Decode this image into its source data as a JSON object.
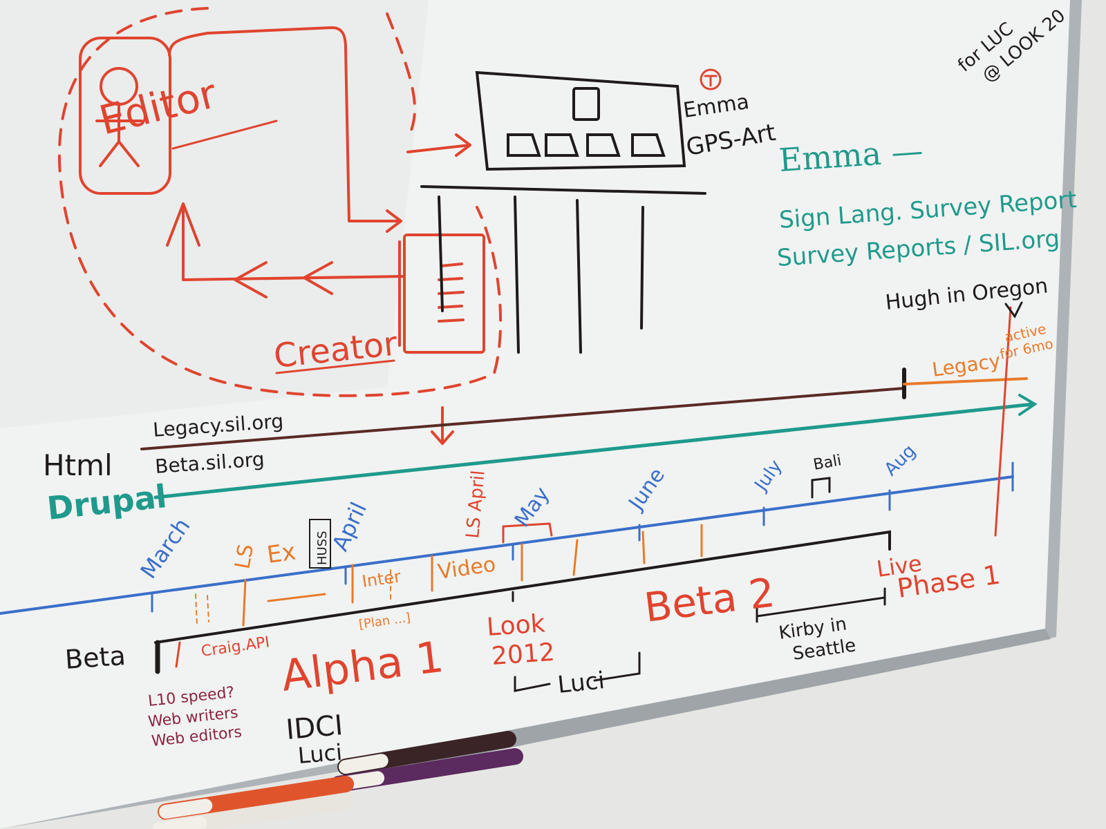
{
  "colors": {
    "red": "#e0442f",
    "orange": "#e87a2a",
    "black": "#1f1b1b",
    "blue": "#3a6fc9",
    "teal": "#1f9a8c",
    "brown": "#5a2b25",
    "maroon": "#8a2440",
    "board": "#f3f5f4",
    "frame": "#b9bec2"
  },
  "top_left": {
    "editor": "Editor",
    "creator": "Creator"
  },
  "top_right": {
    "emma": "Emma",
    "gps_art": "GPS-Art",
    "emma_heading": "Emma —",
    "sign_lang": "Sign Lang. Survey Report",
    "survey_reports": "Survey Reports / SIL.org",
    "hugh": "Hugh in Oregon",
    "active": "active",
    "for_6mo": "for 6mo",
    "legacy_seg": "Legacy",
    "corner_1": "for LUC",
    "corner_2": "@ LOOK 20"
  },
  "tracks": {
    "html": "Html",
    "legacy_url": "Legacy.sil.org",
    "beta_url": "Beta.sil.org",
    "drupal": "Drupal",
    "beta": "Beta"
  },
  "months": {
    "march": "March",
    "april": "April",
    "may": "May",
    "june": "June",
    "july": "July",
    "aug": "Aug",
    "bali": "Bali"
  },
  "events": {
    "ls": "LS",
    "ex": "Ex",
    "huss": "HUSS",
    "ls_april": "LS April",
    "inter": "Inter",
    "video": "Video",
    "craig_api": "Craig.API",
    "plan": "[Plan ...]"
  },
  "phases": {
    "alpha1": "Alpha 1",
    "beta2": "Beta 2",
    "look_1": "Look",
    "look_2": "2012",
    "luci": "Luci",
    "live": "Live",
    "phase1": "Phase 1",
    "kirby_1": "Kirby in",
    "kirby_2": "Seattle"
  },
  "notes": {
    "l10_1": "L10 speed?",
    "l10_2": "Web writers",
    "l10_3": "Web editors",
    "idci_1": "IDCI",
    "idci_2": "Luci"
  },
  "markers": [
    {
      "name": "marker-black",
      "color": "#3a2426"
    },
    {
      "name": "marker-purple",
      "color": "#5b2a5e"
    },
    {
      "name": "marker-orange",
      "color": "#e0542c"
    },
    {
      "name": "marker-white",
      "color": "#e8e4de"
    }
  ]
}
